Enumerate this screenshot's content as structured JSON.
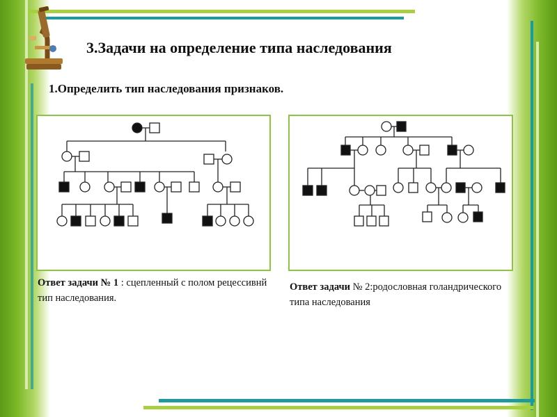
{
  "slide": {
    "title": "3.Задачи на определение типа наследования",
    "subtitle": "1.Определить тип наследования признаков."
  },
  "answers": {
    "a1": {
      "label": "Ответ задачи № 1",
      "text": " : сцепленный с полом рецессивнй тип наследования."
    },
    "a2": {
      "label": "Ответ задачи",
      "text": " № 2:родословная голандрического типа наследования"
    }
  },
  "colors": {
    "green_border": "#8cc63f",
    "green_dark": "#5c9a17",
    "teal": "#1b9aa0",
    "affected": "#111111"
  },
  "icons": [
    "microscope-icon"
  ]
}
